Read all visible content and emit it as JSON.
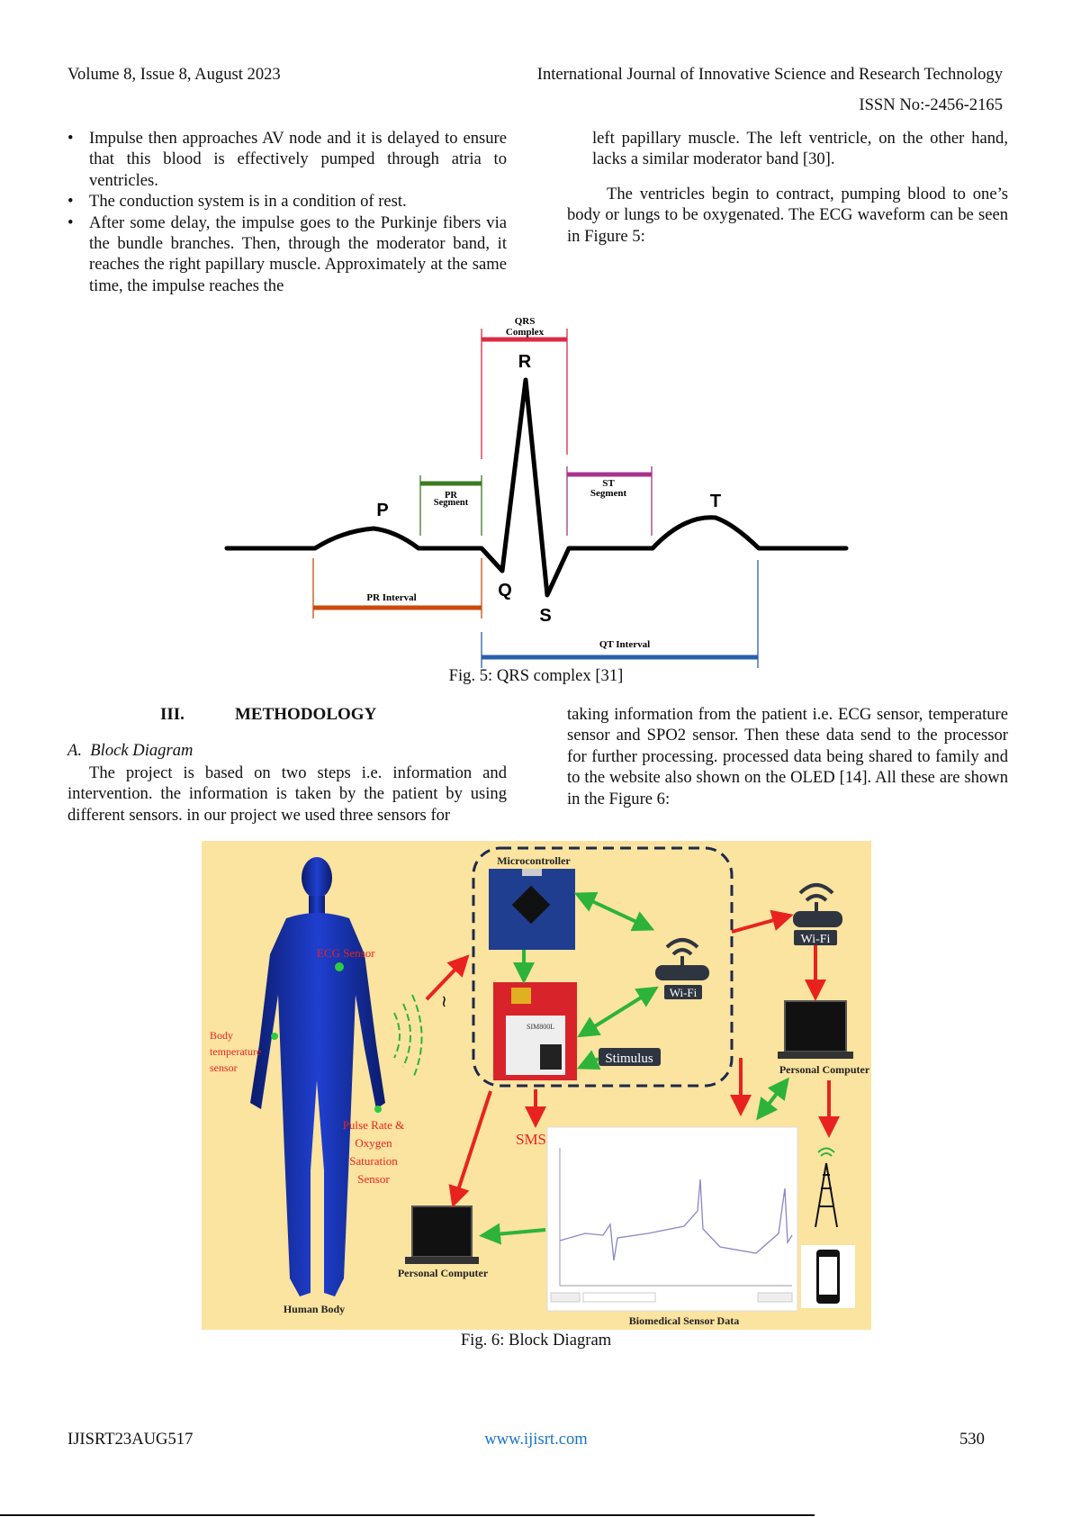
{
  "header": {
    "volume": "Volume 8, Issue 8, August 2023",
    "journal": "International Journal of Innovative Science and Research Technology",
    "issn": "ISSN No:-2456-2165"
  },
  "left_column": {
    "bullets": [
      "Impulse then approaches AV node and it is delayed to ensure that this blood is effectively pumped through atria to ventricles.",
      "The conduction system is in a condition of rest.",
      "After some delay, the impulse goes to the Purkinje fibers via the bundle branches. Then, through the moderator band, it reaches the right papillary muscle. Approximately at the same time, the impulse reaches the"
    ]
  },
  "right_column": {
    "bullet_continuation": "left papillary muscle. The left ventricle, on the other hand, lacks a similar moderator band [30].",
    "paragraph": "The ventricles begin to contract, pumping blood to one’s body or lungs to be oxygenated. The ECG waveform can be seen in Figure 5:"
  },
  "figure5": {
    "labels": {
      "qrs_complex_1": "QRS",
      "qrs_complex_2": "Complex",
      "r": "R",
      "p": "P",
      "q": "Q",
      "s": "S",
      "t": "T",
      "pr_segment_1": "PR",
      "pr_segment_2": "Segment",
      "st_segment_1": "ST",
      "st_segment_2": "Segment",
      "pr_interval": "PR Interval",
      "qt_interval": "QT Interval"
    },
    "colors": {
      "qrs": "#dc2a45",
      "pr_segment": "#3f7a22",
      "st_segment": "#a8328c",
      "pr_interval": "#cc4a0a",
      "qt_interval": "#2a5fae"
    },
    "caption": "Fig. 5: QRS complex [31]"
  },
  "section": {
    "number": "III.",
    "title": "METHODOLOGY",
    "subsection": "A.  Block Diagram",
    "left_paragraph": "The project is based on two steps i.e. information and intervention. the information is taken by the patient by using different sensors. in our project we used three sensors for",
    "right_paragraph": "taking information from the patient i.e. ECG sensor, temperature sensor and SPO2 sensor. Then these data send to the processor for further processing. processed data being shared to family and to the website also shown on the OLED [14]. All these are shown in the Figure 6:"
  },
  "figure6": {
    "labels": {
      "microcontroller": "Microcontroller",
      "wifi_inner": "Wi-Fi",
      "wifi_outer": "Wi-Fi",
      "stimulus": "Stimulus",
      "ecg_sensor": "ECG Sensor",
      "body_temp_1": "Body",
      "body_temp_2": "temperature",
      "body_temp_3": "sensor",
      "pulse_1": "Pulse Rate &",
      "pulse_2": "Oxygen",
      "pulse_3": "Saturation",
      "pulse_4": "Sensor",
      "human_body": "Human Body",
      "sms": "SMS",
      "pc_left": "Personal Computer",
      "pc_right": "Personal Computer",
      "sensor_data": "Biomedical Sensor Data",
      "sim_module": "SIM800L"
    },
    "caption": "Fig. 6: Block Diagram"
  },
  "footer": {
    "paper_id": "IJISRT23AUG517",
    "website": "www.ijisrt.com",
    "page_number": "530"
  }
}
